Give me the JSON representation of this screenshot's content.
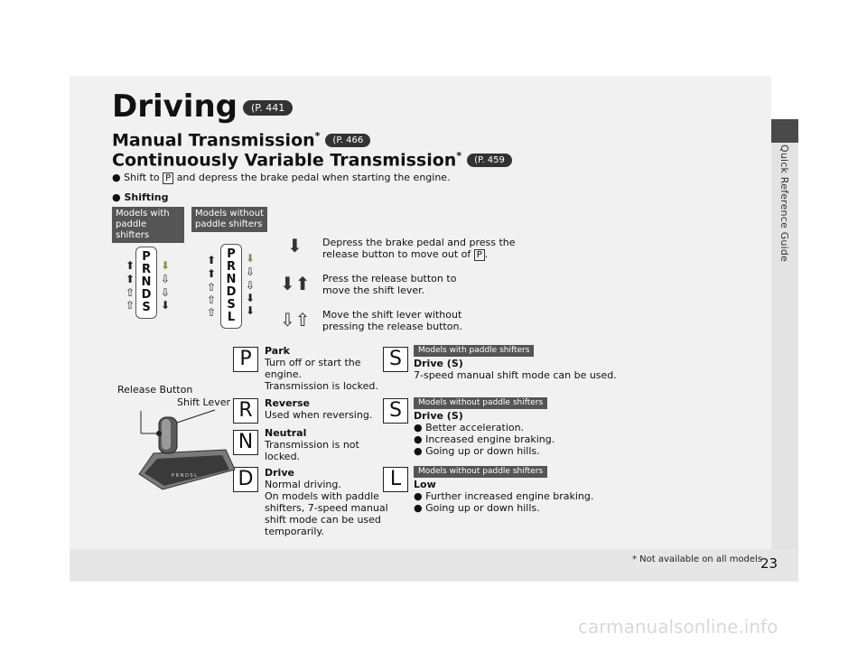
{
  "side_label": "Quick Reference Guide",
  "page_number": "23",
  "footnote": "* Not available on all models",
  "watermark": "carmanualsonline.info",
  "heading": {
    "title": "Driving",
    "title_ref": "(P. 441",
    "manual": "Manual Transmission",
    "manual_star": "*",
    "manual_ref": "(P. 466",
    "cvt": "Continuously Variable Transmission",
    "cvt_star": "*",
    "cvt_ref": "(P. 459"
  },
  "bullets": {
    "shift_pre": "Shift to",
    "shift_key": "P",
    "shift_post": "and depress the brake pedal when starting the engine.",
    "shifting": "Shifting"
  },
  "tags": {
    "with_paddle": "Models with paddle shifters",
    "without_paddle": "Models without paddle shifters"
  },
  "lever_with": [
    "P",
    "R",
    "N",
    "D",
    "S"
  ],
  "lever_without": [
    "P",
    "R",
    "N",
    "D",
    "S",
    "L"
  ],
  "legend": [
    {
      "text_a": "Depress the brake pedal and press the",
      "text_b": "release button to move out of",
      "key": "P"
    },
    {
      "text_a": "Press the release button to",
      "text_b": "move the shift lever."
    },
    {
      "text_a": "Move the shift lever without",
      "text_b": "pressing the release button."
    }
  ],
  "positions_left": [
    {
      "letter": "P",
      "name": "Park",
      "lines": [
        "Turn off or start the",
        "engine.",
        "Transmission is locked."
      ]
    },
    {
      "letter": "R",
      "name": "Reverse",
      "lines": [
        "Used when reversing."
      ]
    },
    {
      "letter": "N",
      "name": "Neutral",
      "lines": [
        "Transmission is not",
        "locked."
      ]
    },
    {
      "letter": "D",
      "name": "Drive",
      "lines": [
        "Normal driving.",
        "On models with paddle",
        "shifters, 7-speed manual",
        "shift mode can be used",
        "temporarily."
      ]
    }
  ],
  "positions_right": [
    {
      "letter": "S",
      "tag": "Models with paddle shifters",
      "name": "Drive (S)",
      "lines": [
        "7-speed manual shift mode can be used."
      ]
    },
    {
      "letter": "S",
      "tag": "Models without paddle shifters",
      "name": "Drive (S)",
      "lines": [
        "● Better acceleration.",
        "● Increased engine braking.",
        "● Going up or down hills."
      ]
    },
    {
      "letter": "L",
      "tag": "Models without paddle shifters",
      "name": "Low",
      "lines": [
        "● Further increased engine braking.",
        "● Going up or down hills."
      ]
    }
  ],
  "labels": {
    "release_button": "Release Button",
    "shift_lever": "Shift Lever"
  }
}
